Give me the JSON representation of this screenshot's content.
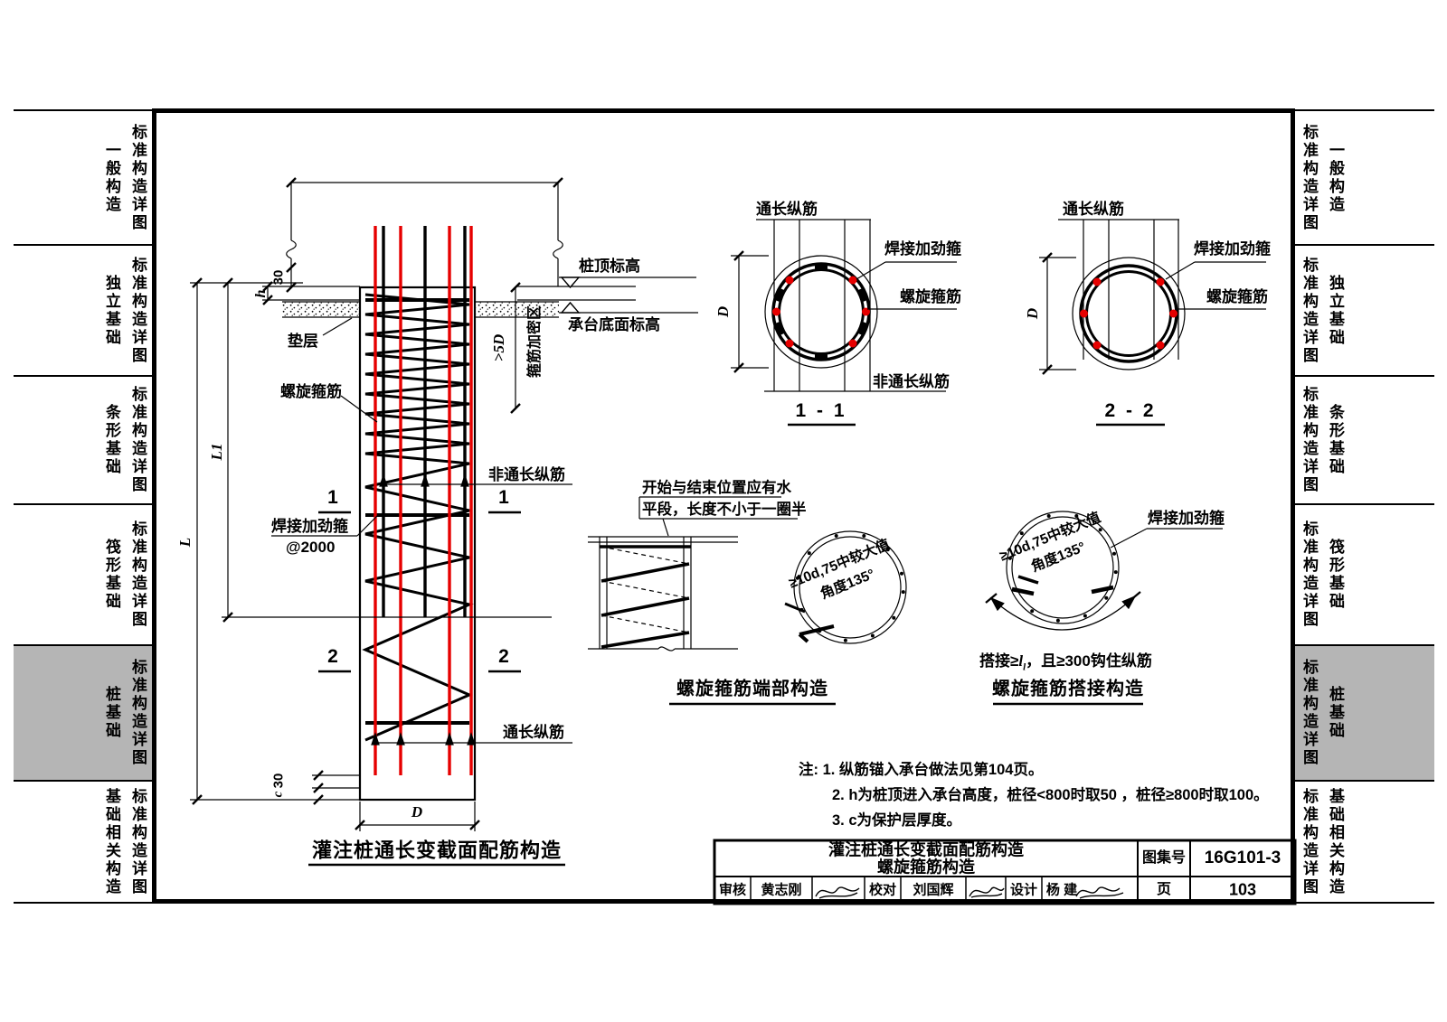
{
  "sidebar": {
    "detail_label": "标准构造详图",
    "active_index": 4,
    "items": [
      {
        "label": "一般构造"
      },
      {
        "label": "独立基础"
      },
      {
        "label": "条形基础"
      },
      {
        "label": "筏形基础"
      },
      {
        "label": "桩基础"
      },
      {
        "label": "基础相关构造"
      }
    ]
  },
  "elevation": {
    "title": "灌注桩通长变截面配筋构造",
    "pile_top_level": "桩顶标高",
    "cap_bottom_level": "承台底面标高",
    "cushion": "垫层",
    "spiral_stirrup": "螺旋箍筋",
    "weld_hoop": "焊接加劲箍",
    "weld_hoop_spacing": "@2000",
    "non_through_bar": "非通长纵筋",
    "through_bar": "通长纵筋",
    "densify_zone": "箍筋加密区",
    "dims": {
      "top_gap": "30",
      "h": "h",
      "L1": "L1",
      "L": "L",
      "min_5d": ">5D",
      "bottom_gap": "30",
      "cover": "c",
      "diameter": "D"
    },
    "marks": {
      "s1": "1",
      "s2": "2"
    }
  },
  "section_1_1": {
    "title": "1 - 1",
    "through_bar": "通长纵筋",
    "weld_hoop": "焊接加劲箍",
    "spiral_stirrup": "螺旋箍筋",
    "non_through_bar": "非通长纵筋",
    "dim_d": "D"
  },
  "section_2_2": {
    "title": "2 - 2",
    "through_bar": "通长纵筋",
    "weld_hoop": "焊接加劲箍",
    "spiral_stirrup": "螺旋箍筋",
    "dim_d": "D"
  },
  "end_detail": {
    "title": "螺旋箍筋端部构造",
    "note_line1": "开始与结束位置应有水",
    "note_line2": "平段，长度不小于一圈半",
    "hook_note1": "≥10d,75中较大值",
    "hook_note2": "角度135°"
  },
  "lap_detail": {
    "title": "螺旋箍筋搭接构造",
    "weld_hoop": "焊接加劲箍",
    "hook_note1": "≥10d,75中较大值",
    "hook_note2": "角度135°",
    "lap_pre": "搭接≥",
    "lap_l": "l",
    "lap_sub": "l",
    "lap_post": "，且≥300钩住纵筋"
  },
  "notes": {
    "line1": "注: 1.  纵筋锚入承台做法见第104页。",
    "line2": "2.  h为桩顶进入承台高度，桩径<800时取50 ，桩径≥800时取100。",
    "line3": "3.  c为保护层厚度。"
  },
  "titleblock": {
    "title_line1": "灌注桩通长变截面配筋构造",
    "title_line2": "螺旋箍筋构造",
    "atlas_label": "图集号",
    "atlas_no": "16G101-3",
    "page_label": "页",
    "page_no": "103",
    "approvals": [
      {
        "role": "审核",
        "name": "黄志刚"
      },
      {
        "role": "校对",
        "name": "刘国辉"
      },
      {
        "role": "设计",
        "name": "杨 建"
      }
    ]
  },
  "colors": {
    "bar_highlight": "#e60000",
    "active_tab_bg": "#b5b5b5"
  }
}
